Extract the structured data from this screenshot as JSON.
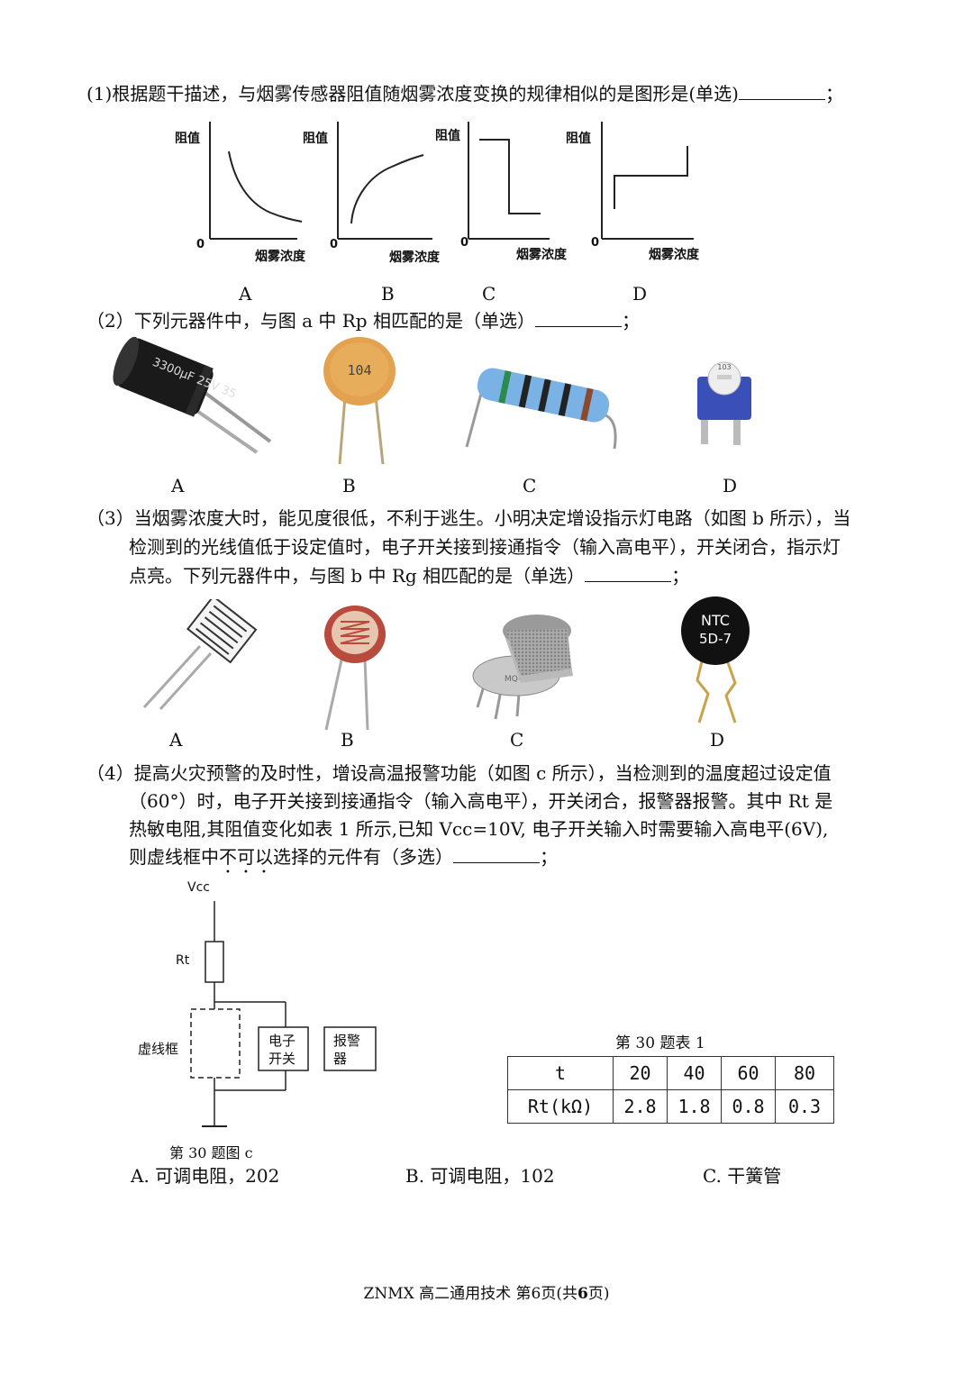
{
  "q1": {
    "text": "(1)根据题干描述，与烟雾传感器阻值随烟雾浓度变换的规律相似的是图形是(单选)",
    "end": "；",
    "graphs": [
      {
        "option": "A",
        "ylabel": "阻值",
        "xlabel": "烟雾浓度",
        "origin": "0"
      },
      {
        "option": "B",
        "ylabel": "阻值",
        "xlabel": "烟雾浓度",
        "origin": "0"
      },
      {
        "option": "C",
        "ylabel": "阻值",
        "xlabel": "烟雾浓度",
        "origin": "0"
      },
      {
        "option": "D",
        "ylabel": "阻值",
        "xlabel": "烟雾浓度",
        "origin": "0"
      }
    ]
  },
  "q2": {
    "text": "（2）下列元器件中，与图 a 中 Rp 相匹配的是（单选）",
    "end": "；",
    "options": [
      "A",
      "B",
      "C",
      "D"
    ],
    "capacitor_marking": "3300μF 25V 35",
    "ceramic_marking": "104",
    "trimmer_marking": "103"
  },
  "q3": {
    "line1": "（3）当烟雾浓度大时，能见度很低，不利于逃生。小明决定增设指示灯电路（如图 b 所示），当",
    "line2": "检测到的光线值低于设定值时，电子开关接到接通指令（输入高电平），开关闭合，指示灯",
    "line3": "点亮。下列元器件中，与图 b 中 Rg 相匹配的是（单选）",
    "end": "；",
    "options": [
      "A",
      "B",
      "C",
      "D"
    ],
    "ntc_line1": "NTC",
    "ntc_line2": "5D-7",
    "gas_marking": "MQ-2"
  },
  "q4": {
    "line1": "（4）提高火灾预警的及时性，增设高温报警功能（如图 c 所示），当检测到的温度超过设定值",
    "line2": "（60°）时，电子开关接到接通指令（输入高电平），开关闭合，报警器报警。其中 Rt 是",
    "line3": "热敏电阻,其阻值变化如表 1 所示,已知 Vcc=10V, 电子开关输入时需要输入高电平(6V),",
    "line4_a": "则虚线框中",
    "line4_b": "不可以",
    "line4_c": "选择的元件有（多选）",
    "end": "；",
    "circuit": {
      "vcc": "Vcc",
      "rt": "Rt",
      "dashed_box": "虚线框",
      "switch_line1": "电子",
      "switch_line2": "开关",
      "alarm_line1": "报警",
      "alarm_line2": "器",
      "caption": "第 30 题图 c"
    },
    "table": {
      "caption": "第 30 题表 1",
      "row1": [
        "t",
        "20",
        "40",
        "60",
        "80"
      ],
      "row2": [
        "Rt(kΩ)",
        "2.8",
        "1.8",
        "0.8",
        "0.3"
      ]
    },
    "choices": [
      "A. 可调电阻，202",
      "B. 可调电阻，102",
      "C. 干簧管"
    ]
  },
  "footer": {
    "code": "ZNMX",
    "subject": "高二通用技术",
    "page_a": "第6页(共",
    "page_b": "6",
    "page_c": "页)"
  }
}
